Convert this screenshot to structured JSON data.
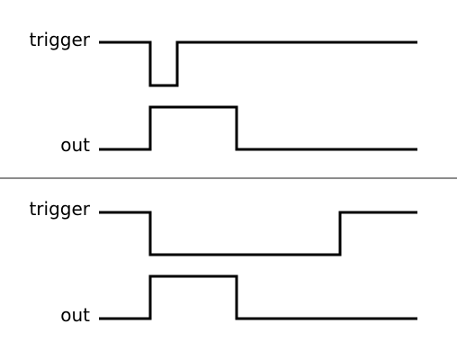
{
  "colors": {
    "waveform": "#000000",
    "divider": "#8c8c8c",
    "background": "#ffffff"
  },
  "panels": [
    {
      "trigger_label": "trigger",
      "out_label": "out"
    },
    {
      "trigger_label": "trigger",
      "out_label": "out"
    }
  ]
}
